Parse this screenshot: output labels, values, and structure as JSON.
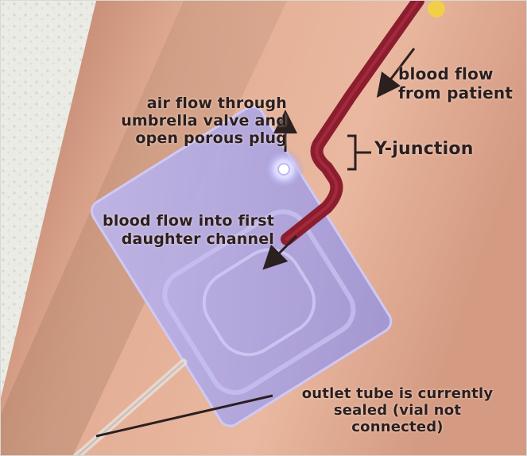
{
  "photo": {
    "subject": "microfluidic blood sampling chip on arm",
    "colors": {
      "wall": "#e9ebe4",
      "skin": "#d9a087",
      "tube": "#8c1d2e",
      "chip": "#a9a2dd",
      "arrow": "#2b1f1f"
    }
  },
  "annotations": {
    "blood_flow_patient": "blood flow\nfrom patient",
    "air_flow": "air flow through\numbrella valve and\nopen porous plug",
    "y_junction": "Y-junction",
    "daughter_channel": "blood flow into first\ndaughter channel",
    "outlet_tube": "outlet tube is currently\nsealed (vial not\nconnected)"
  }
}
